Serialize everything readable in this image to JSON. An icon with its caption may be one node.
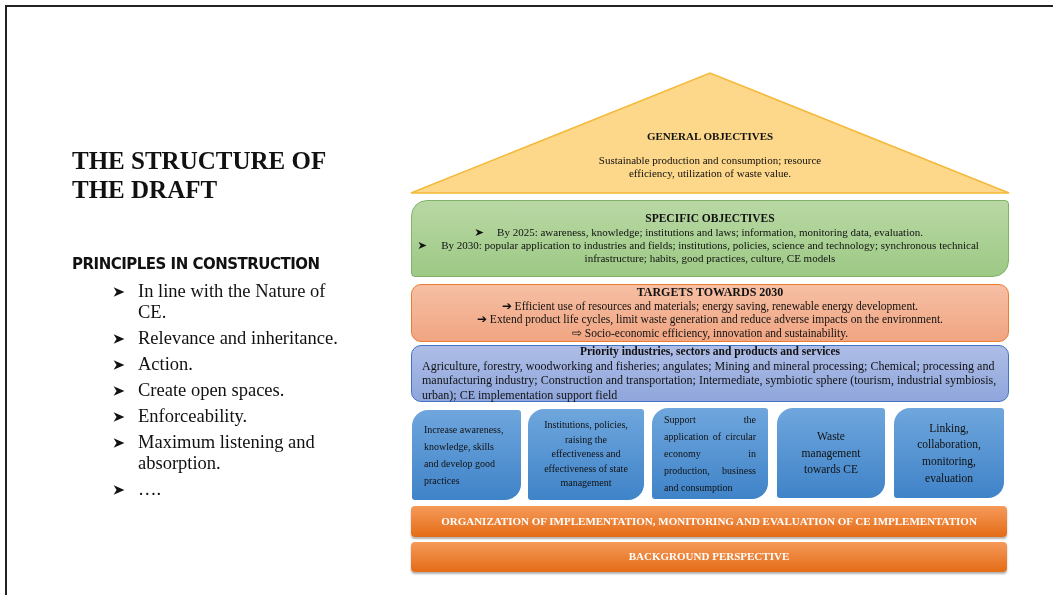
{
  "diagram": {
    "title": "THE STRUCTURE OF THE DRAFT",
    "nodes": [
      {
        "text": [
          "GENERAL OBJECTIVES",
          "Sustainable production and consumption; resource efficiency, utilization of waste value."
        ]
      },
      {
        "text": [
          "SPECIFIC OBJECTIVES",
          "By 2025: awareness, knowledge; institutions and laws; information, monitoring data, evaluation.",
          "By 2030: popular application to industries and fields; institutions, policies, science and technology; synchronous technical infrastructure; habits, good practices, culture, CE models"
        ]
      },
      {
        "text": [
          "TARGETS TOWARDS 2030",
          "➔ Efficient use of resources and materials; energy saving, renewable energy development.",
          "➔ Extend product life cycles, limit waste generation and reduce adverse impacts on the environment.",
          "⇨ Socio-economic efficiency, innovation and sustainability."
        ]
      },
      {
        "text": [
          "Priority industries, sectors and products and services",
          "Agriculture, forestry, woodworking and fisheries; angulates; Mining and mineral processing; Chemical; processing and manufacturing industry; Construction and transportation; Intermediate, symbiotic sphere (tourism, industrial symbiosis, urban); CE implementation support field"
        ]
      },
      {
        "text": [
          "Increase awareness, knowledge, skills and develop good practices"
        ]
      },
      {
        "text": [
          "Institutions, policies, raising the effectiveness and effectiveness of state management"
        ]
      },
      {
        "text": [
          "Support the application of circular economy in production, business and consumption"
        ]
      },
      {
        "text": [
          "Waste management towards CE"
        ]
      },
      {
        "text": [
          "Linking, collaboration, monitoring, evaluation"
        ]
      },
      {
        "text": [
          "ORGANIZATION OF IMPLEMENTATION, MONITORING AND EVALUATION OF CE IMPLEMENTATION"
        ]
      },
      {
        "text": [
          "BACKGROUND PERSPECTIVE"
        ]
      }
    ],
    "edges": [],
    "labels": [
      "PRINCIPLES IN CONSTRUCTION",
      "In line with the Nature of CE.",
      "Relevance and inheritance.",
      "Action.",
      "Create open spaces.",
      "Enforceability.",
      "Maximum listening and absorption.",
      "…."
    ]
  }
}
